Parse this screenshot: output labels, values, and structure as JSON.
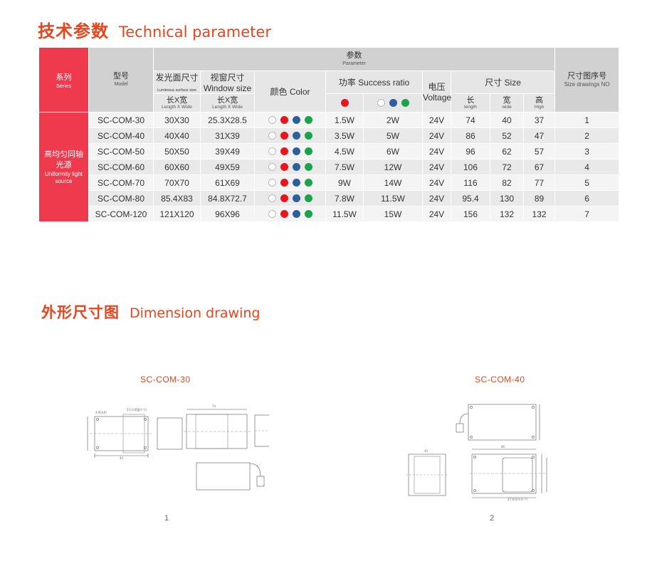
{
  "section1": {
    "zh": "技术参数",
    "en": "Technical parameter"
  },
  "section2": {
    "zh": "外形尺寸图",
    "en": "Dimension drawing"
  },
  "table": {
    "header": {
      "series_zh": "系列",
      "series_en": "Series",
      "model_zh": "型号",
      "model_en": "Model",
      "param_zh": "参数",
      "param_en": "Parameter",
      "lum_zh": "发光面尺寸",
      "lum_en": "Luminous surface size",
      "win_zh": "视窗尺寸",
      "win_en": "Window size",
      "color_zh": "颜色",
      "color_en": "Color",
      "power_zh": "功率",
      "power_en": "Success ratio",
      "volt_zh": "电压",
      "volt_en": "Voltage",
      "size_zh": "尺寸",
      "size_en": "Size",
      "sdn_zh": "尺寸图序号",
      "sdn_en": "Size drawings NO",
      "lxw_zh": "长X宽",
      "lxw_en": "Length X Wide",
      "len_zh": "长",
      "len_en": "length",
      "wid_zh": "宽",
      "wid_en": "wide",
      "high_zh": "高",
      "high_en": "High"
    },
    "series": {
      "zh1": "高均匀同轴",
      "zh2": "光源",
      "en1": "Uniformity light",
      "en2": "source"
    },
    "led_colors": {
      "red": "#e8141e",
      "blue": "#2a5fa0",
      "green": "#1aa34a",
      "white": "#ffffff"
    },
    "rows": [
      {
        "model": "SC-COM-30",
        "lum": "30X30",
        "win": "25.3X28.5",
        "p1": "1.5W",
        "p2": "2W",
        "volt": "24V",
        "len": "74",
        "wid": "40",
        "high": "37",
        "no": "1"
      },
      {
        "model": "SC-COM-40",
        "lum": "40X40",
        "win": "31X39",
        "p1": "3.5W",
        "p2": "5W",
        "volt": "24V",
        "len": "86",
        "wid": "52",
        "high": "47",
        "no": "2"
      },
      {
        "model": "SC-COM-50",
        "lum": "50X50",
        "win": "39X49",
        "p1": "4.5W",
        "p2": "6W",
        "volt": "24V",
        "len": "96",
        "wid": "62",
        "high": "57",
        "no": "3"
      },
      {
        "model": "SC-COM-60",
        "lum": "60X60",
        "win": "49X59",
        "p1": "7.5W",
        "p2": "12W",
        "volt": "24V",
        "len": "106",
        "wid": "72",
        "high": "67",
        "no": "4"
      },
      {
        "model": "SC-COM-70",
        "lum": "70X70",
        "win": "61X69",
        "p1": "9W",
        "p2": "14W",
        "volt": "24V",
        "len": "116",
        "wid": "82",
        "high": "77",
        "no": "5"
      },
      {
        "model": "SC-COM-80",
        "lum": "85.4X83",
        "win": "84.8X72.7",
        "p1": "7.8W",
        "p2": "11.5W",
        "volt": "24V",
        "len": "95.4",
        "wid": "130",
        "high": "89",
        "no": "6"
      },
      {
        "model": "SC-COM-120",
        "lum": "121X120",
        "win": "96X96",
        "p1": "11.5W",
        "p2": "15W",
        "volt": "24V",
        "len": "156",
        "wid": "132",
        "high": "132",
        "no": "7"
      }
    ]
  },
  "drawings": [
    {
      "title": "SC-COM-30",
      "num": "1"
    },
    {
      "title": "SC-COM-40",
      "num": "2"
    }
  ]
}
